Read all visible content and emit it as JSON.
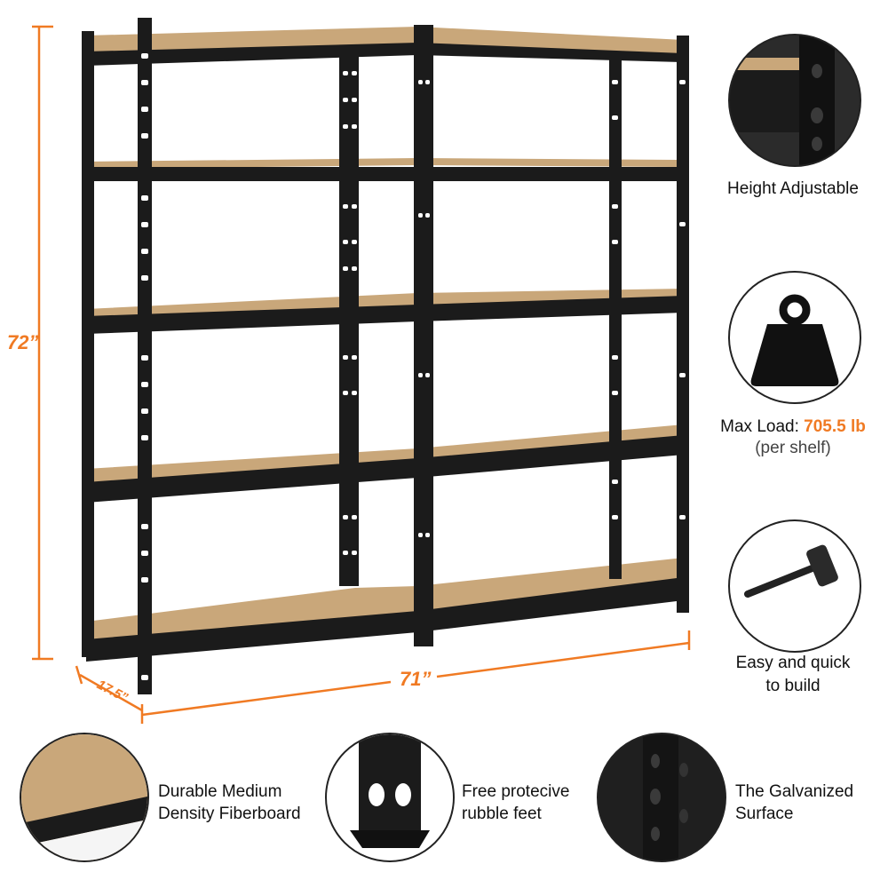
{
  "dimensions": {
    "height": "72”",
    "width": "71”",
    "depth": "17.5”"
  },
  "features": {
    "height_adjustable": "Height Adjustable",
    "max_load_prefix": "Max Load: ",
    "max_load_value": "705.5 lb",
    "max_load_sub": "(per shelf)",
    "easy_build_1": "Easy and quick",
    "easy_build_2": "to build",
    "fiberboard_1": "Durable Medium",
    "fiberboard_2": "Density Fiberboard",
    "feet_1": "Free protecive",
    "feet_2": "rubble feet",
    "galvanized_1": "The Galvanized",
    "galvanized_2": "Surface"
  },
  "colors": {
    "accent": "#f07a23",
    "frame": "#1b1b1b",
    "board": "#c9a77a"
  }
}
